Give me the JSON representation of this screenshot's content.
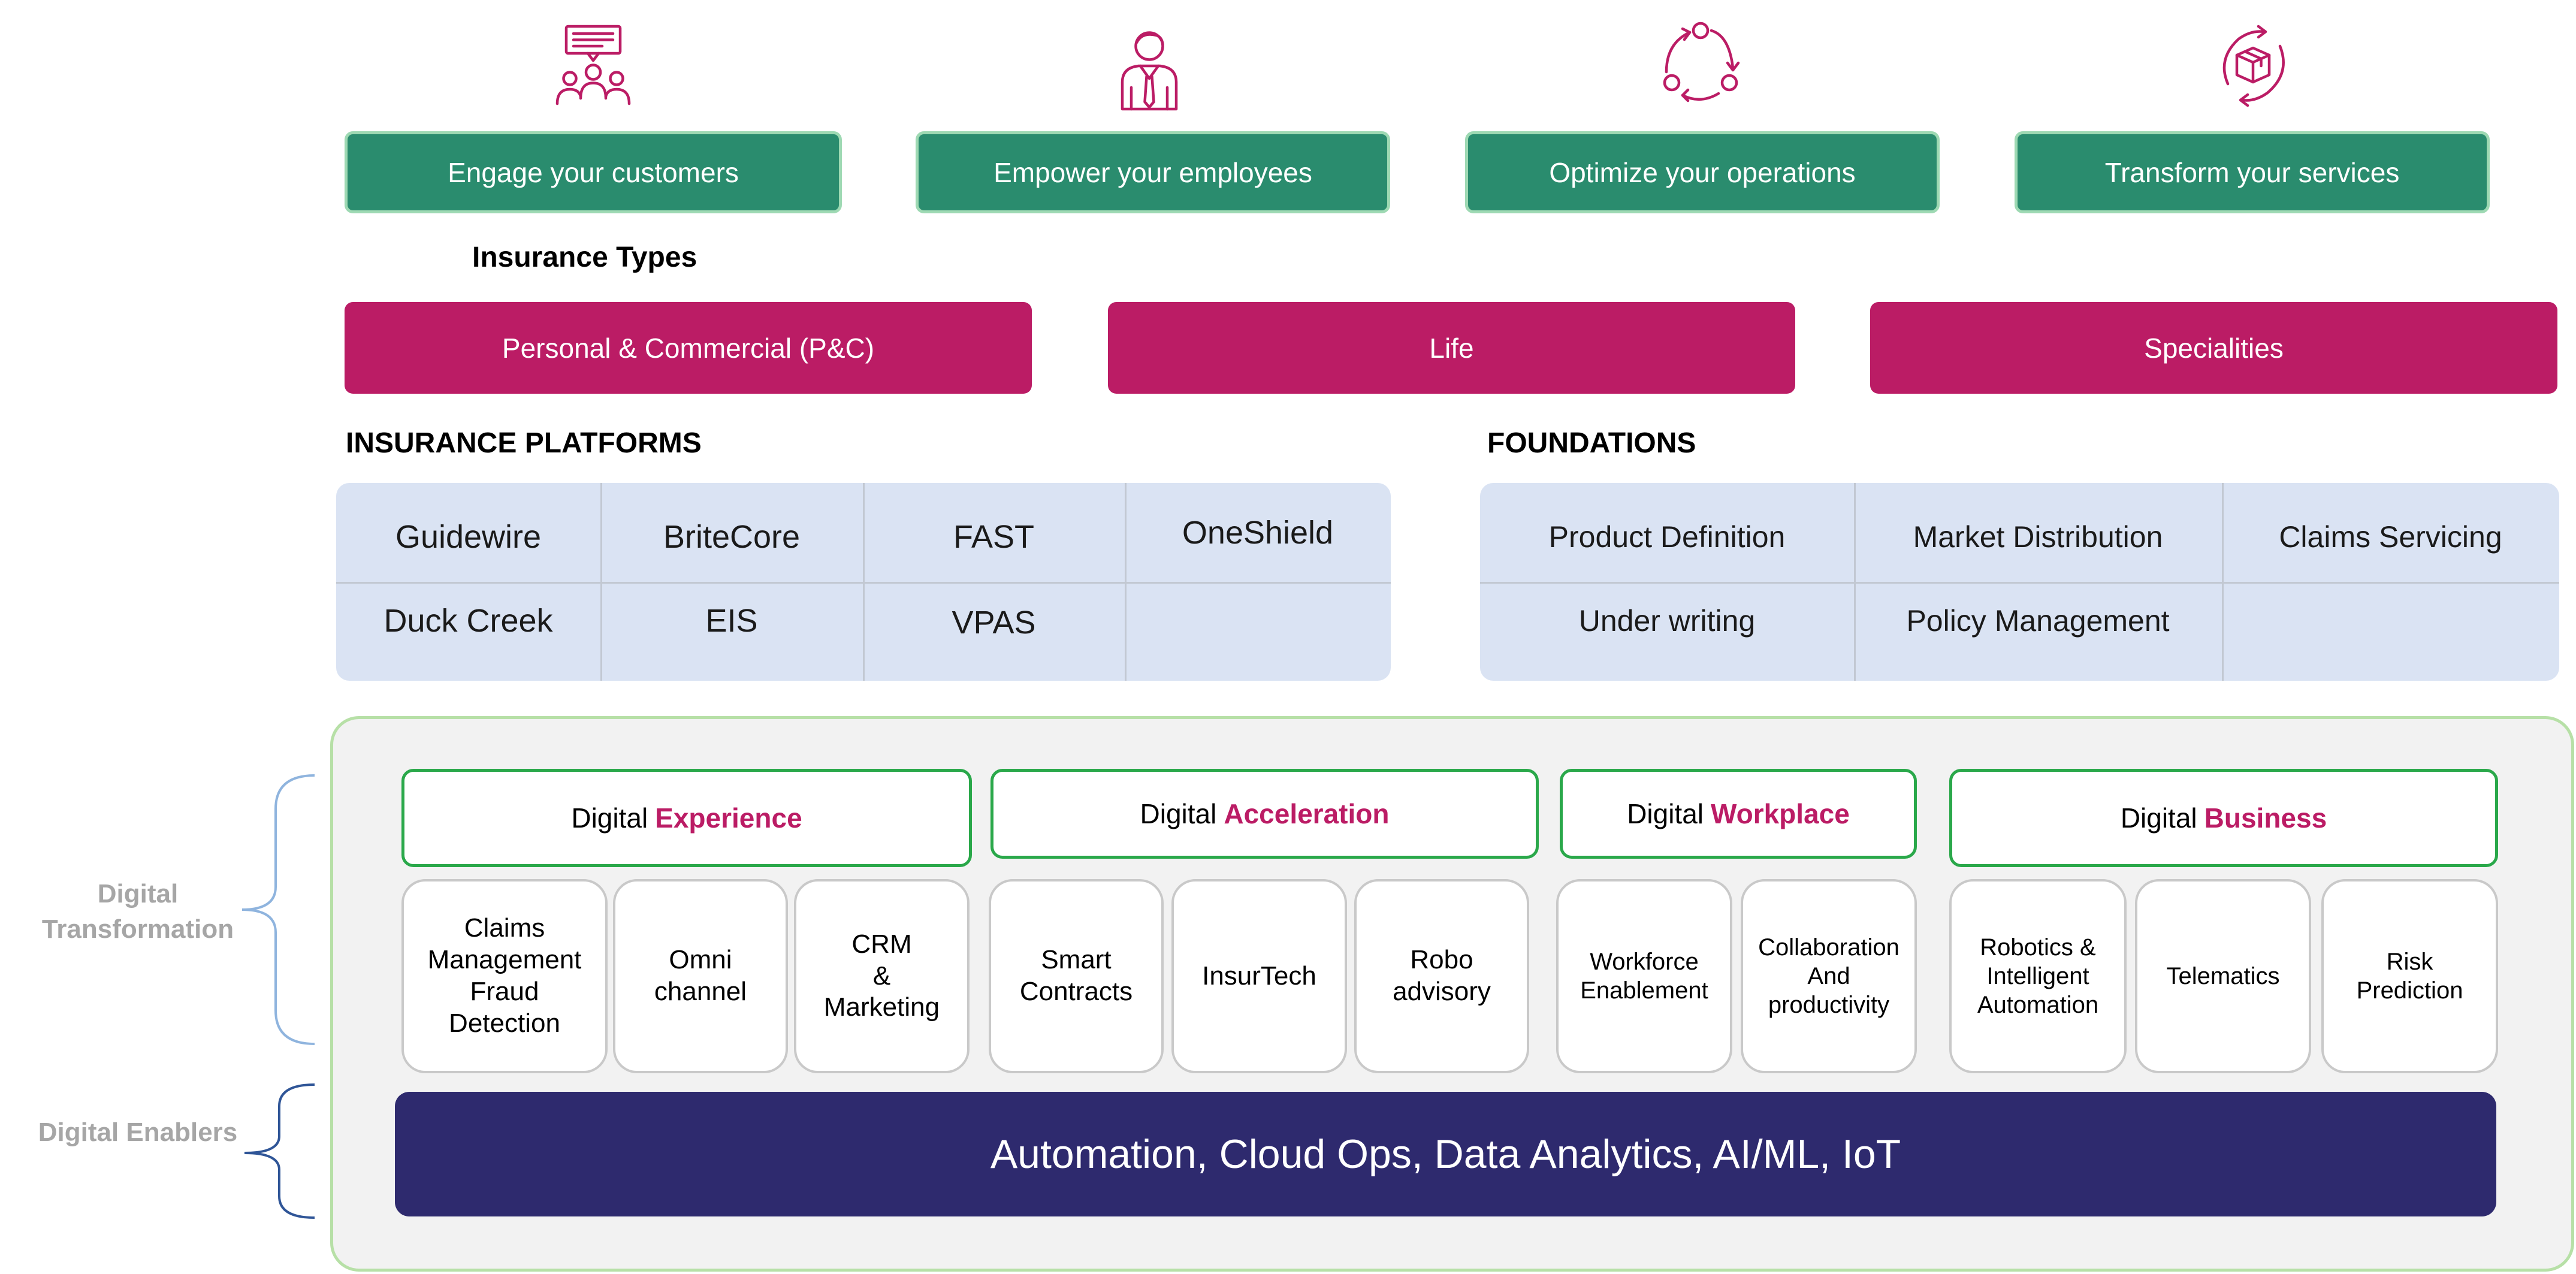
{
  "value_drivers": [
    {
      "label": "Engage your customers",
      "icon": "customers-chat-icon"
    },
    {
      "label": "Empower your employees",
      "icon": "employee-icon"
    },
    {
      "label": "Optimize your operations",
      "icon": "cycle-icon"
    },
    {
      "label": "Transform your services",
      "icon": "box-cycle-icon"
    }
  ],
  "insurance_types": {
    "heading": "Insurance Types",
    "items": [
      "Personal & Commercial (P&C)",
      "Life",
      "Specialities"
    ]
  },
  "platforms": {
    "heading": "INSURANCE PLATFORMS",
    "row1": [
      "Guidewire",
      "BriteCore",
      "FAST",
      "OneShield"
    ],
    "row2": [
      "Duck Creek",
      "EIS",
      "VPAS",
      ""
    ]
  },
  "foundations": {
    "heading": "FOUNDATIONS",
    "row1": [
      "Product Definition",
      "Market Distribution",
      "Claims Servicing"
    ],
    "row2": [
      "Under writing",
      "Policy Management",
      ""
    ]
  },
  "digital": {
    "prefix": "Digital",
    "experience": "Experience",
    "acceleration": "Acceleration",
    "workplace": "Workplace",
    "business": "Business"
  },
  "cards": {
    "claims": "Claims\nManagement\nFraud\nDetection",
    "omni": "Omni\nchannel",
    "crm": "CRM\n&\nMarketing",
    "smart": "Smart\nContracts",
    "insurtech": "InsurTech",
    "robo": "Robo\nadvisory",
    "workforce": "Workforce\nEnablement",
    "collab": "Collaboration\nAnd\nproductivity",
    "robotics": "Robotics &\nIntelligent\nAutomation",
    "telematics": "Telematics",
    "risk": "Risk\nPrediction"
  },
  "enablers_bar": "Automation, Cloud Ops, Data Analytics, AI/ML, IoT",
  "side_labels": {
    "transformation": "Digital\nTransformation",
    "enablers": "Digital Enablers"
  },
  "colors": {
    "green_pill": "#2a8c6e",
    "magenta": "#bb1c65",
    "grid_bg": "#dae3f3",
    "navy": "#2e2a6e",
    "panel_border": "#b7e0a7"
  }
}
